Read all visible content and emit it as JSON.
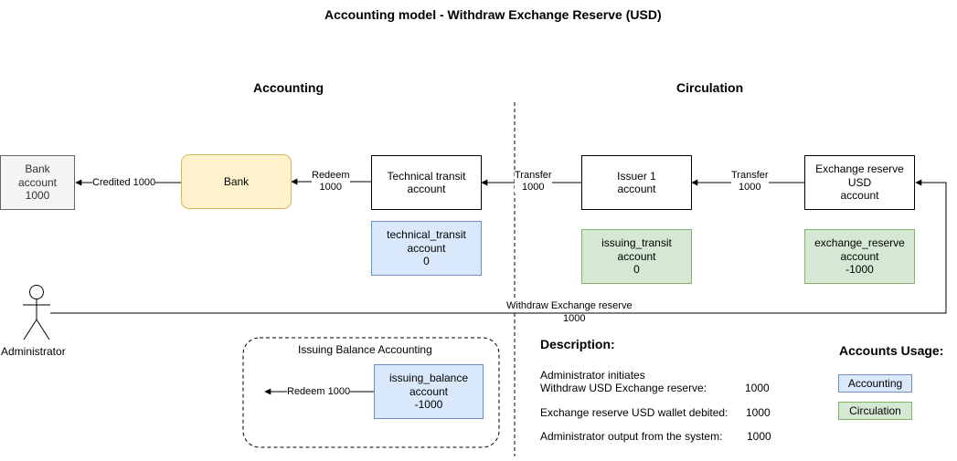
{
  "title": "Accounting model - Withdraw Exchange Reserve (USD)",
  "sections": {
    "accounting": "Accounting",
    "circulation": "Circulation"
  },
  "nodes": {
    "bank_account": "Bank\naccount\n1000",
    "bank": "Bank",
    "technical_transit": "Technical transit\naccount",
    "issuer1": "Issuer 1\naccount",
    "exchange_reserve": "Exchange reserve\nUSD\naccount",
    "technical_transit_acc": "technical_transit\naccount\n0",
    "issuing_transit_acc": "issuing_transit\naccount\n0",
    "exchange_reserve_acc": "exchange_reserve\naccount\n-1000",
    "issuing_balance_acc": "issuing_balance\naccount\n-1000"
  },
  "edges": {
    "credited": "Credited 1000",
    "redeem": "Redeem\n1000",
    "transfer1": "Transfer\n1000",
    "transfer2": "Transfer\n1000",
    "withdraw_label": "Withdraw Exchange reserve",
    "withdraw_amount": "1000",
    "redeem_balance": "Redeem 1000"
  },
  "actor": {
    "label": "Administrator"
  },
  "group": {
    "title": "Issuing Balance Accounting"
  },
  "description": {
    "heading": "Description:",
    "items": [
      {
        "text": "Administrator initiates\nWithdraw USD Exchange reserve:",
        "value": "1000"
      },
      {
        "text": "Exchange reserve USD wallet debited:",
        "value": "1000"
      },
      {
        "text": "Administrator output from the system:",
        "value": "1000"
      }
    ]
  },
  "legend": {
    "heading": "Accounts Usage:",
    "accounting": "Accounting",
    "circulation": "Circulation"
  },
  "colors": {
    "accounting_fill": "#dae8fc",
    "circulation_fill": "#d5e8d4",
    "bank_fill": "#fff2cc",
    "bank_account_fill": "#f5f5f5"
  }
}
